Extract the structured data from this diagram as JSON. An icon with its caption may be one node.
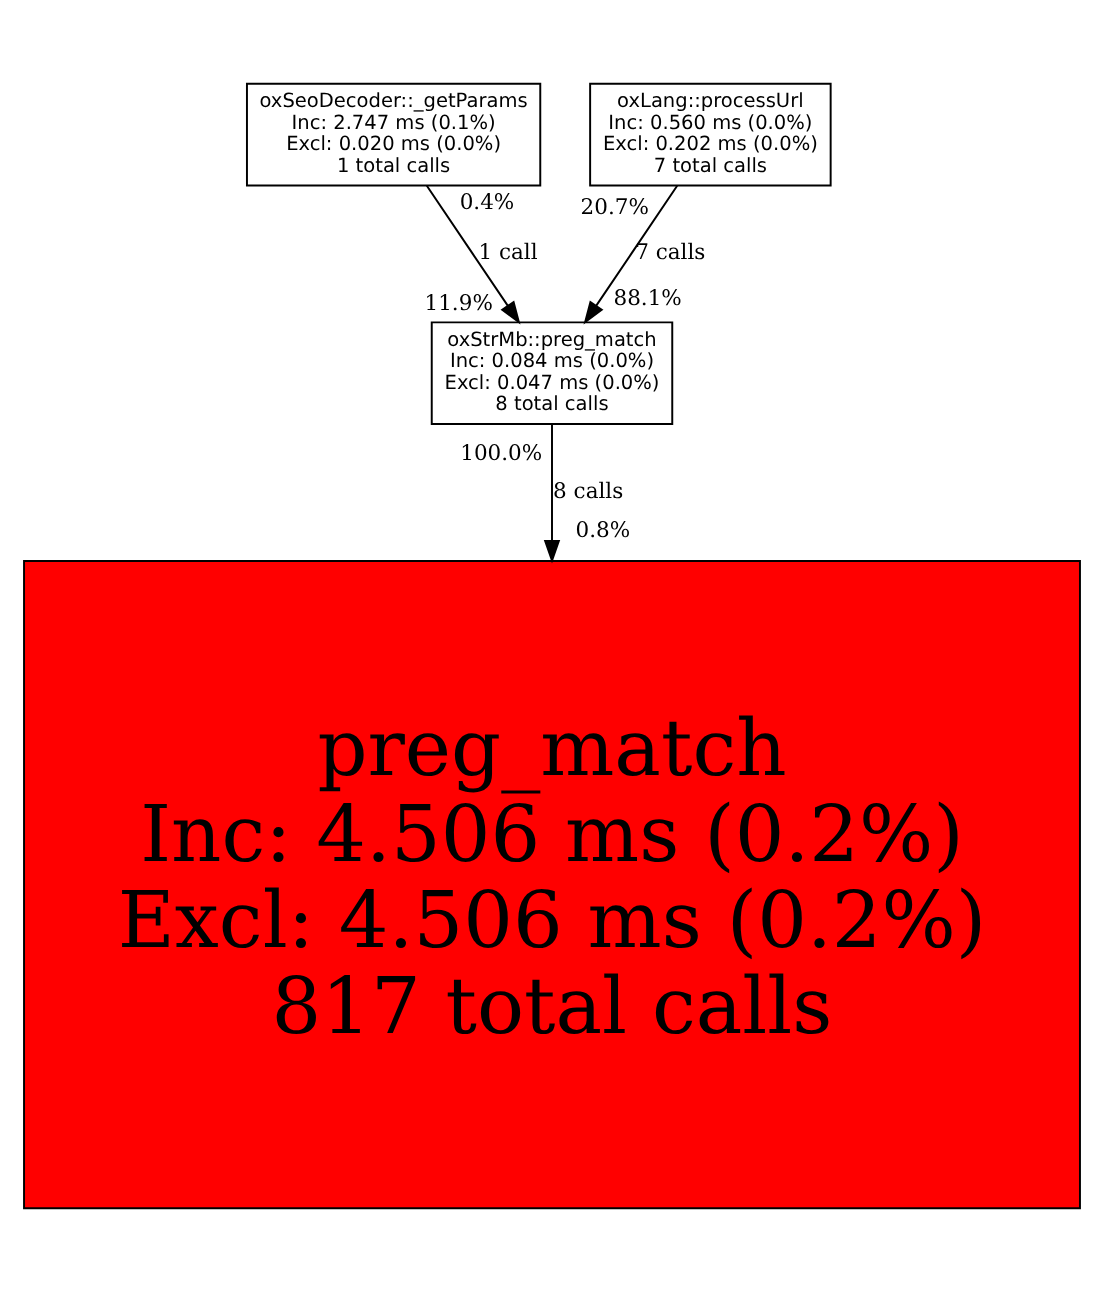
{
  "diagram": {
    "nodes": [
      {
        "text": [
          "oxSeoDecoder::_getParams",
          "Inc: 2.747 ms (0.1%)",
          "Excl: 0.020 ms (0.0%)",
          "1 total calls"
        ]
      },
      {
        "text": [
          "oxLang::processUrl",
          "Inc: 0.560 ms (0.0%)",
          "Excl: 0.202 ms (0.0%)",
          "7 total calls"
        ]
      },
      {
        "text": [
          "oxStrMb::preg_match",
          "Inc: 0.084 ms (0.0%)",
          "Excl: 0.047 ms (0.0%)",
          "8 total calls"
        ]
      },
      {
        "text": [
          "preg_match",
          "Inc: 4.506 ms (0.2%)",
          "Excl: 4.506 ms (0.2%)",
          "817 total calls"
        ]
      }
    ],
    "edges": [
      {
        "from": 0,
        "to": 2,
        "arrow": "to",
        "label": "1 call"
      },
      {
        "from": 1,
        "to": 2,
        "arrow": "to",
        "label": "7 calls"
      },
      {
        "from": 2,
        "to": 3,
        "arrow": "to",
        "label": "8 calls"
      }
    ],
    "labels": [
      "0.4%",
      "20.7%",
      "11.9%",
      "88.1%",
      "100.0%",
      "0.8%"
    ]
  }
}
